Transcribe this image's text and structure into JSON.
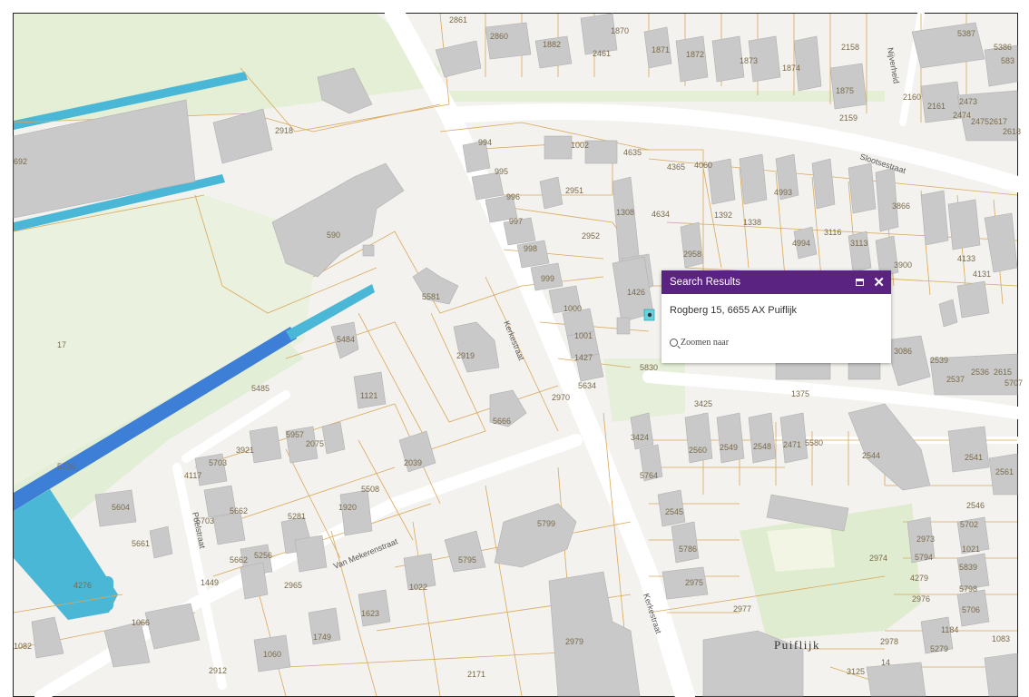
{
  "map": {
    "parcel_labels": [
      "2861",
      "2860",
      "1882",
      "2461",
      "1870",
      "1871",
      "1872",
      "1873",
      "1874",
      "2158",
      "5387",
      "5386",
      "1875",
      "2160",
      "2161",
      "2473",
      "2474",
      "2475",
      "2617",
      "2618",
      "2159",
      "583",
      "692",
      "994",
      "1002",
      "4635",
      "4365",
      "4060",
      "995",
      "2951",
      "996",
      "1308",
      "4634",
      "4993",
      "1392",
      "997",
      "1338",
      "3866",
      "2952",
      "4994",
      "3116",
      "998",
      "2958",
      "3113",
      "3900",
      "4133",
      "4131",
      "999",
      "1426",
      "1000",
      "5484",
      "2919",
      "1001",
      "1427",
      "5634",
      "5830",
      "3086",
      "2539",
      "2537",
      "2536",
      "2615",
      "5707",
      "5485",
      "1121",
      "2970",
      "3425",
      "1375",
      "5666",
      "5957",
      "2075",
      "3424",
      "2544",
      "2541",
      "2561",
      "2560",
      "2549",
      "2548",
      "2471",
      "5580",
      "5703",
      "3921",
      "2039",
      "5764",
      "4117",
      "5508",
      "5604",
      "1920",
      "2545",
      "2546",
      "5702",
      "5703",
      "5662",
      "5281",
      "5799",
      "2973",
      "1021",
      "5786",
      "2974",
      "5839",
      "5661",
      "5662",
      "5256",
      "5795",
      "5794",
      "4279",
      "1449",
      "2965",
      "1022",
      "2975",
      "5798",
      "2976",
      "5706",
      "4276",
      "1066",
      "1623",
      "2977",
      "1184",
      "1082",
      "1060",
      "1749",
      "2979",
      "2978",
      "5279",
      "1083",
      "2912",
      "2171",
      "3125",
      "14",
      "17",
      "590",
      "2918",
      "5581",
      "5706"
    ],
    "street_labels": [
      "Kerkestraat",
      "Slootsestraat",
      "Nijverheid",
      "Van Mekerenstraat",
      "Poelstraat",
      "Kerkestraat"
    ],
    "place_name": "Puiflijk"
  },
  "popup": {
    "title": "Search Results",
    "address": "Rogberg 15, 6655 AX Puiflijk",
    "zoom_label": "Zoomen naar",
    "maximize_icon": "maximize-icon",
    "close_icon": "close-icon",
    "header_color": "#5b2381"
  },
  "colors": {
    "water": "#4ab7d6",
    "water_deep": "#3d7fd6",
    "building": "#c9c9c9",
    "parcel_line": "#d9a85a",
    "meadow": "#e5efd8",
    "road": "#ffffff"
  }
}
